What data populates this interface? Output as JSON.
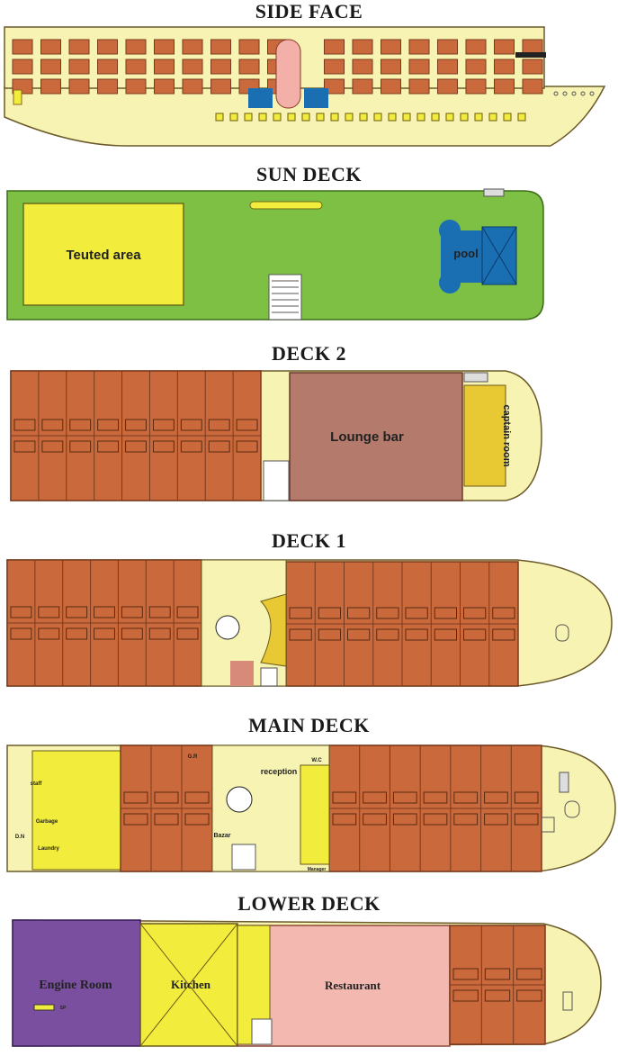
{
  "decks": [
    {
      "id": "side-face",
      "title": "SIDE FACE"
    },
    {
      "id": "sun-deck",
      "title": "SUN DECK",
      "labels": {
        "tented": "Teuted area",
        "pool": "pool"
      }
    },
    {
      "id": "deck-2",
      "title": "DECK 2",
      "labels": {
        "lounge": "Lounge bar",
        "captain": "captain room"
      }
    },
    {
      "id": "deck-1",
      "title": "DECK 1"
    },
    {
      "id": "main-deck",
      "title": "MAIN DECK",
      "labels": {
        "reception": "reception",
        "gr": "G.R",
        "wc": "W.C",
        "bazar": "Bazar",
        "luggage": "Garbage",
        "laundry": "Laundry",
        "staff": "staff",
        "dn": "D.N",
        "manager": "Manager"
      }
    },
    {
      "id": "lower-deck",
      "title": "LOWER DECK",
      "labels": {
        "engine": "Engine Room",
        "kitchen": "Kitchen",
        "restaurant": "Restaurant",
        "sp": "SP"
      }
    }
  ],
  "colors": {
    "cabin": "#c9693c",
    "cabin_line": "#7a3a1c",
    "hull": "#f7f3b2",
    "green": "#7dc043",
    "yellow": "#f2ec3c",
    "blue": "#1a6fb3",
    "lounge": "#b47a6c",
    "pink": "#f3b8b0",
    "purple": "#7a4fa0",
    "gold": "#e8c934"
  }
}
